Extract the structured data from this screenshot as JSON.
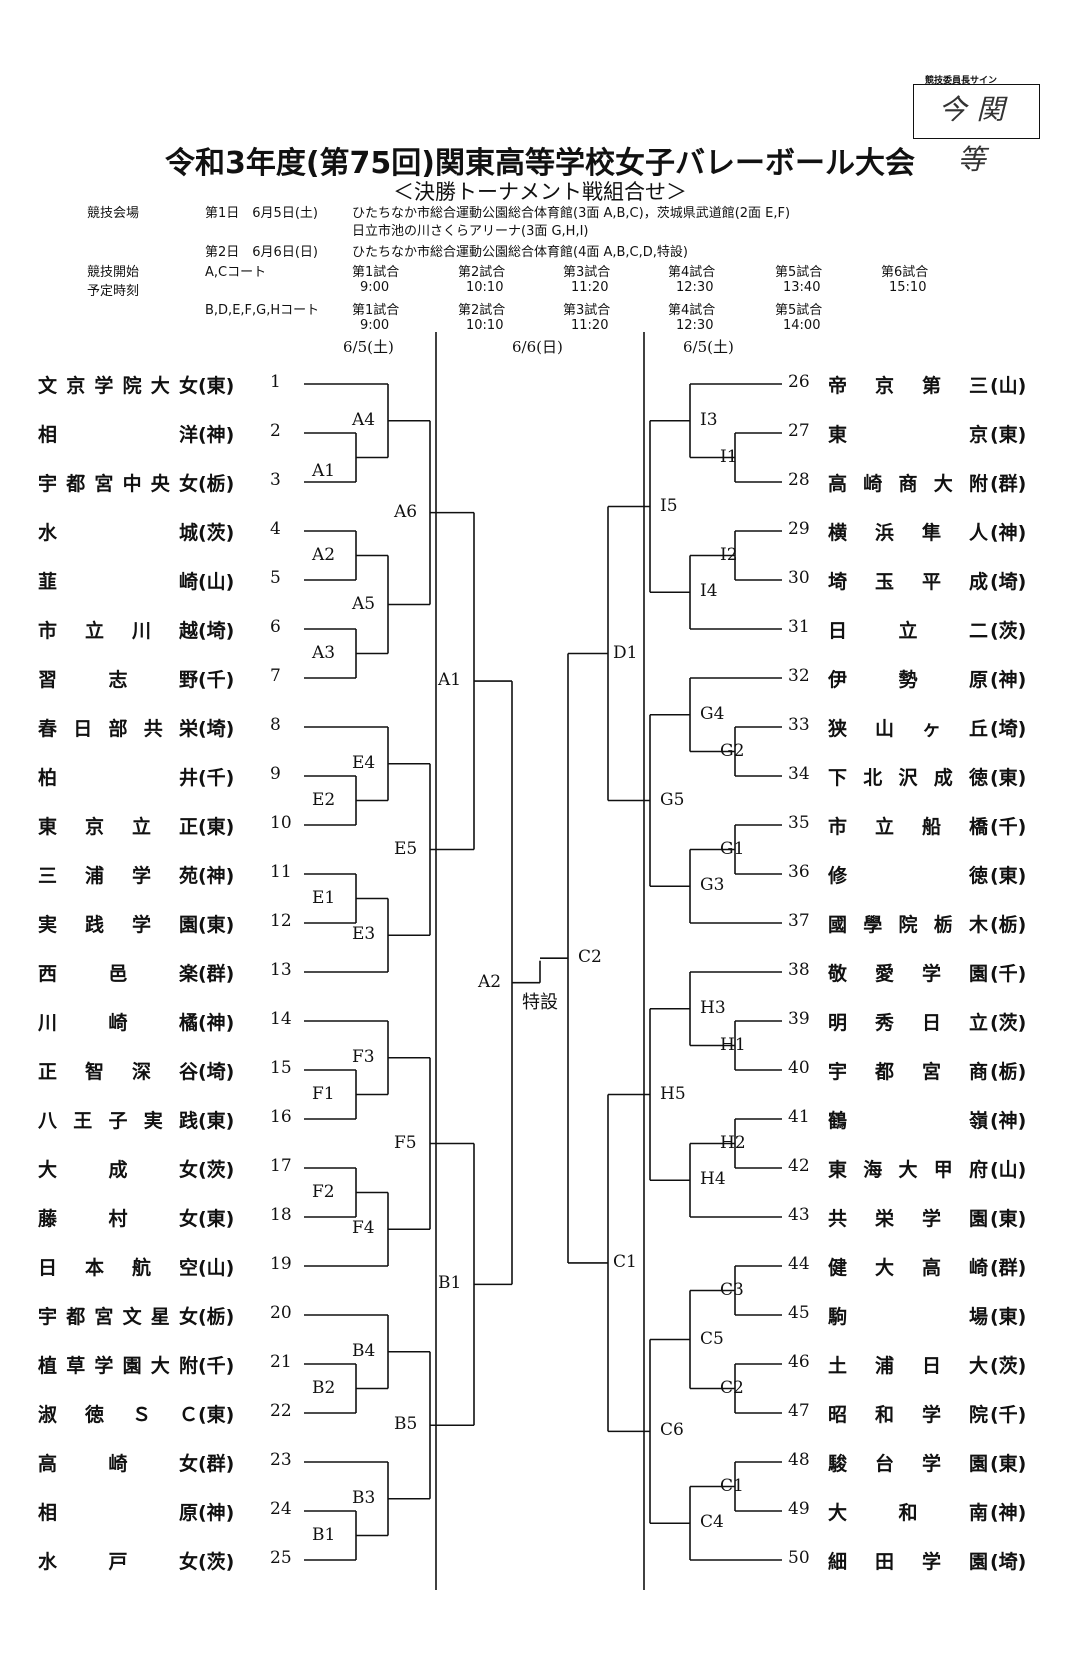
{
  "signature": {
    "label": "競技委員長サイン",
    "value": "今関 等"
  },
  "title": "令和3年度(第75回)関東高等学校女子バレーボール大会",
  "subtitle": "＜決勝トーナメント戦組合せ＞",
  "venue": {
    "label": "競技会場",
    "day1_label": "第1日　6月5日(土)",
    "day1_line1": "ひたちなか市総合運動公園総合体育館(3面 A,B,C)，茨城県武道館(2面 E,F)",
    "day1_line2": "日立市池の川さくらアリーナ(3面 G,H,I)",
    "day2_label": "第2日　6月6日(日)",
    "day2_line1": "ひたちなか市総合運動公園総合体育館(4面 A,B,C,D,特設)"
  },
  "start": {
    "label1": "競技開始",
    "label2": "予定時刻",
    "court1": "A,Cコート",
    "court2": "B,D,E,F,G,Hコート",
    "row1_games": [
      "第1試合",
      "第2試合",
      "第3試合",
      "第4試合",
      "第5試合",
      "第6試合"
    ],
    "row1_times": [
      "9:00",
      "10:10",
      "11:20",
      "12:30",
      "13:40",
      "15:10"
    ],
    "row2_games": [
      "第1試合",
      "第2試合",
      "第3試合",
      "第4試合",
      "第5試合"
    ],
    "row2_times": [
      "9:00",
      "10:10",
      "11:20",
      "12:30",
      "14:00"
    ]
  },
  "date_headers": [
    "6/5(土)",
    "6/6(日)",
    "6/5(土)"
  ],
  "left_teams": [
    {
      "no": "1",
      "name": "文京学院大女",
      "pref": "(東)"
    },
    {
      "no": "2",
      "name": "相洋",
      "pref": "(神)"
    },
    {
      "no": "3",
      "name": "宇都宮中央女",
      "pref": "(栃)"
    },
    {
      "no": "4",
      "name": "水城",
      "pref": "(茨)"
    },
    {
      "no": "5",
      "name": "韮崎",
      "pref": "(山)"
    },
    {
      "no": "6",
      "name": "市立川越",
      "pref": "(埼)"
    },
    {
      "no": "7",
      "name": "習志野",
      "pref": "(千)"
    },
    {
      "no": "8",
      "name": "春日部共栄",
      "pref": "(埼)"
    },
    {
      "no": "9",
      "name": "柏井",
      "pref": "(千)"
    },
    {
      "no": "10",
      "name": "東京立正",
      "pref": "(東)"
    },
    {
      "no": "11",
      "name": "三浦学苑",
      "pref": "(神)"
    },
    {
      "no": "12",
      "name": "実践学園",
      "pref": "(東)"
    },
    {
      "no": "13",
      "name": "西邑楽",
      "pref": "(群)"
    },
    {
      "no": "14",
      "name": "川崎橘",
      "pref": "(神)"
    },
    {
      "no": "15",
      "name": "正智深谷",
      "pref": "(埼)"
    },
    {
      "no": "16",
      "name": "八王子実践",
      "pref": "(東)"
    },
    {
      "no": "17",
      "name": "大成女",
      "pref": "(茨)"
    },
    {
      "no": "18",
      "name": "藤村女",
      "pref": "(東)"
    },
    {
      "no": "19",
      "name": "日本航空",
      "pref": "(山)"
    },
    {
      "no": "20",
      "name": "宇都宮文星女",
      "pref": "(栃)"
    },
    {
      "no": "21",
      "name": "植草学園大附",
      "pref": "(千)"
    },
    {
      "no": "22",
      "name": "淑徳ＳＣ",
      "pref": "(東)"
    },
    {
      "no": "23",
      "name": "高崎女",
      "pref": "(群)"
    },
    {
      "no": "24",
      "name": "相原",
      "pref": "(神)"
    },
    {
      "no": "25",
      "name": "水戸女",
      "pref": "(茨)"
    }
  ],
  "right_teams": [
    {
      "no": "26",
      "name": "帝京第三",
      "pref": "(山)"
    },
    {
      "no": "27",
      "name": "東京",
      "pref": "(東)"
    },
    {
      "no": "28",
      "name": "高崎商大附",
      "pref": "(群)"
    },
    {
      "no": "29",
      "name": "横浜隼人",
      "pref": "(神)"
    },
    {
      "no": "30",
      "name": "埼玉平成",
      "pref": "(埼)"
    },
    {
      "no": "31",
      "name": "日立二",
      "pref": "(茨)"
    },
    {
      "no": "32",
      "name": "伊勢原",
      "pref": "(神)"
    },
    {
      "no": "33",
      "name": "狭山ヶ丘",
      "pref": "(埼)"
    },
    {
      "no": "34",
      "name": "下北沢成徳",
      "pref": "(東)"
    },
    {
      "no": "35",
      "name": "市立船橋",
      "pref": "(千)"
    },
    {
      "no": "36",
      "name": "修徳",
      "pref": "(東)"
    },
    {
      "no": "37",
      "name": "國學院栃木",
      "pref": "(栃)"
    },
    {
      "no": "38",
      "name": "敬愛学園",
      "pref": "(千)"
    },
    {
      "no": "39",
      "name": "明秀日立",
      "pref": "(茨)"
    },
    {
      "no": "40",
      "name": "宇都宮商",
      "pref": "(栃)"
    },
    {
      "no": "41",
      "name": "鶴嶺",
      "pref": "(神)"
    },
    {
      "no": "42",
      "name": "東海大甲府",
      "pref": "(山)"
    },
    {
      "no": "43",
      "name": "共栄学園",
      "pref": "(東)"
    },
    {
      "no": "44",
      "name": "健大高崎",
      "pref": "(群)"
    },
    {
      "no": "45",
      "name": "駒場",
      "pref": "(東)"
    },
    {
      "no": "46",
      "name": "土浦日大",
      "pref": "(茨)"
    },
    {
      "no": "47",
      "name": "昭和学院",
      "pref": "(千)"
    },
    {
      "no": "48",
      "name": "駿台学園",
      "pref": "(東)"
    },
    {
      "no": "49",
      "name": "大和南",
      "pref": "(神)"
    },
    {
      "no": "50",
      "name": "細田学園",
      "pref": "(埼)"
    }
  ],
  "game_labels": {
    "A1": "A1",
    "A2": "A2",
    "A3": "A3",
    "A4": "A4",
    "A5": "A5",
    "A6": "A6",
    "E1": "E1",
    "E2": "E2",
    "E3": "E3",
    "E4": "E4",
    "E5": "E5",
    "F1": "F1",
    "F2": "F2",
    "F3": "F3",
    "F4": "F4",
    "F5": "F5",
    "B1": "B1",
    "B2": "B2",
    "B3": "B3",
    "B4": "B4",
    "B5": "B5",
    "I1": "I1",
    "I2": "I2",
    "I3": "I3",
    "I4": "I4",
    "I5": "I5",
    "G1": "G1",
    "G2": "G2",
    "G3": "G3",
    "G4": "G4",
    "G5": "G5",
    "H1": "H1",
    "H2": "H2",
    "H3": "H3",
    "H4": "H4",
    "H5": "H5",
    "C1": "C1",
    "C2": "C2",
    "C3": "C3",
    "C4": "C4",
    "C5": "C5",
    "C6": "C6",
    "D1": "D1",
    "A1f": "A1",
    "A2f": "A2",
    "B1f": "B1",
    "C1f": "C1",
    "C2f": "C2",
    "D1f": "D1"
  },
  "final_label": "特設"
}
